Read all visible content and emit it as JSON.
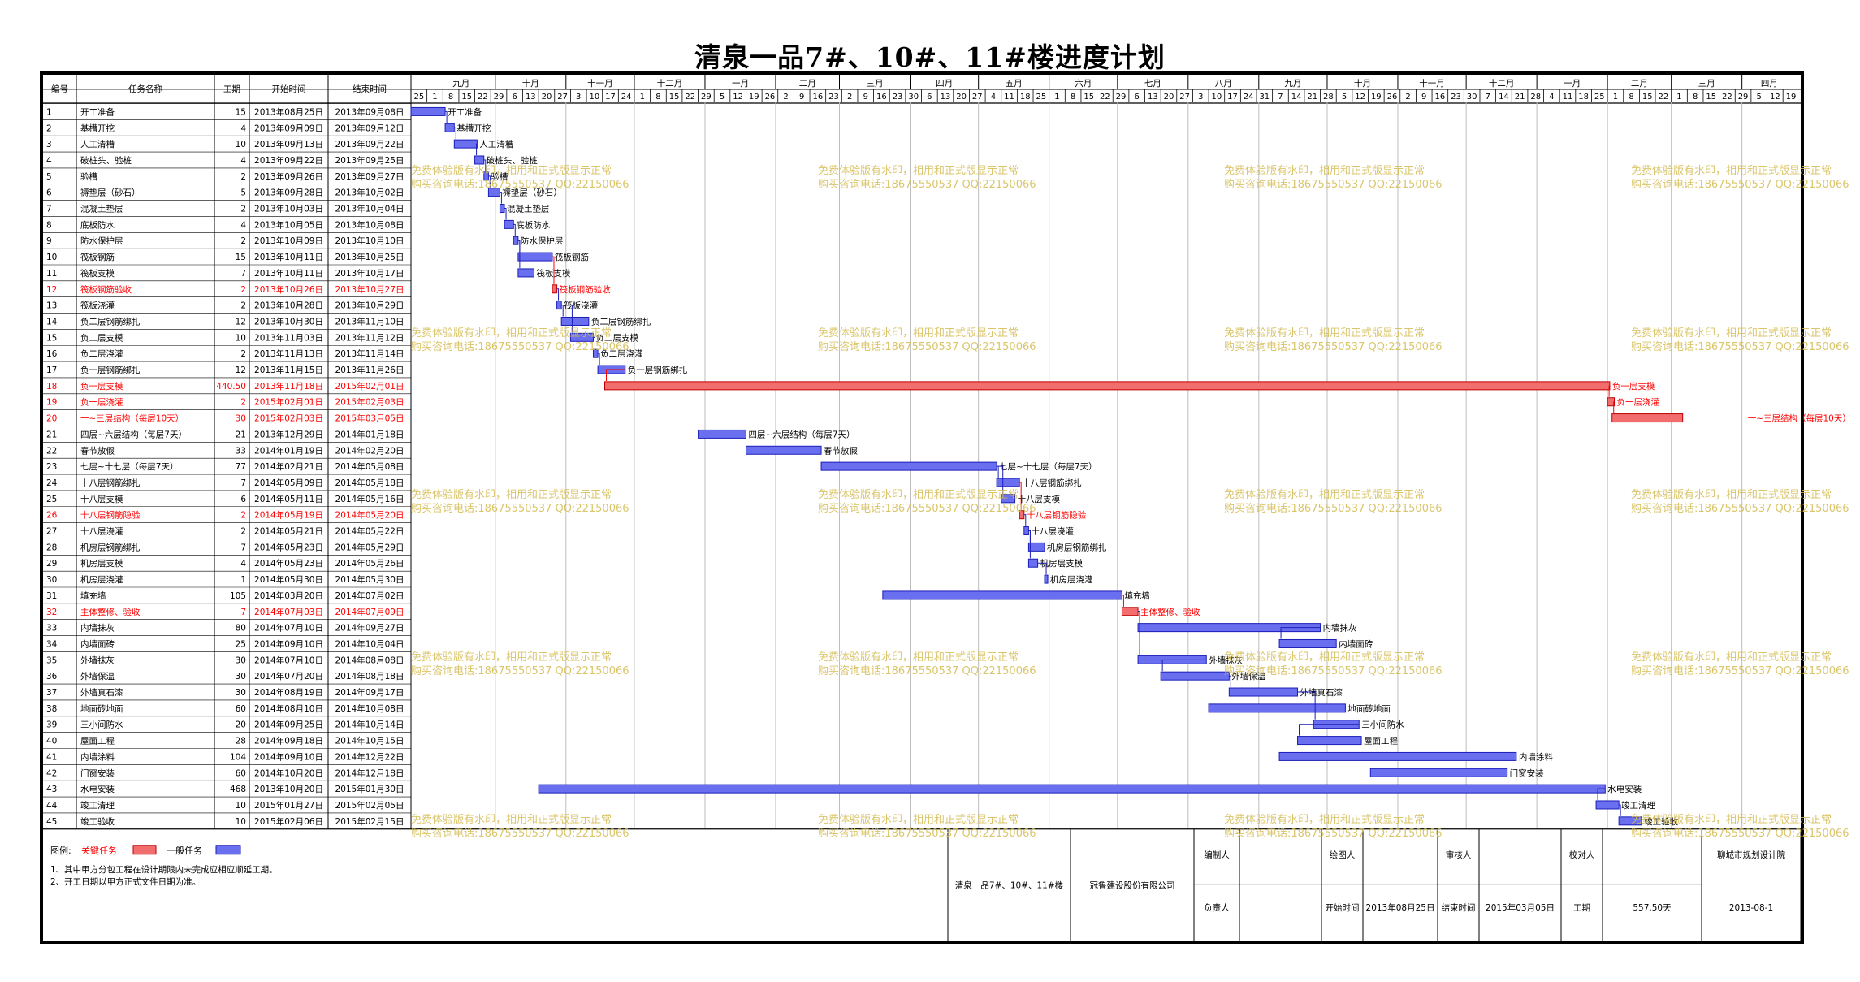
{
  "title": "清泉一品7#、10#、11#楼进度计划",
  "columns": [
    "编号",
    "任务名称",
    "工期",
    "开始时间",
    "结束时间"
  ],
  "timescale": {
    "months": [
      "九月",
      "十月",
      "十一月",
      "十二月",
      "一月",
      "二月",
      "三月",
      "四月",
      "五月",
      "六月",
      "七月",
      "八月",
      "九月",
      "十月",
      "十一月",
      "十二月",
      "一月",
      "二月",
      "三月",
      "四月"
    ],
    "days": [
      "25",
      "1",
      "8",
      "15",
      "22",
      "29",
      "6",
      "13",
      "20",
      "27",
      "3",
      "10",
      "17",
      "24",
      "1",
      "8",
      "15",
      "22",
      "29",
      "5",
      "12",
      "19",
      "26",
      "2",
      "9",
      "16",
      "23",
      "2",
      "9",
      "16",
      "23",
      "30",
      "6",
      "13",
      "20",
      "27",
      "4",
      "11",
      "18",
      "25",
      "1",
      "8",
      "15",
      "22",
      "29",
      "6",
      "13",
      "20",
      "27",
      "3",
      "10",
      "17",
      "24",
      "31",
      "7",
      "14",
      "21",
      "28",
      "5",
      "12",
      "19",
      "26",
      "2",
      "9",
      "16",
      "23",
      "30",
      "7",
      "14",
      "21",
      "28",
      "4",
      "11",
      "18",
      "25",
      "1",
      "8",
      "15",
      "22",
      "1",
      "8",
      "15",
      "22",
      "29",
      "5",
      "12",
      "19"
    ]
  },
  "chart_data": {
    "type": "gantt",
    "x_start": "2013-08-25",
    "x_end": "2015-04-25",
    "critical_color": "#f26d6d",
    "normal_color": "#6a6ff0",
    "tasks": [
      {
        "id": "1",
        "name": "开工准备",
        "duration": "15",
        "start": "2013年08月25日",
        "end": "2013年09月08日",
        "label": "开工准备",
        "critical": false
      },
      {
        "id": "2",
        "name": "基槽开挖",
        "duration": "4",
        "start": "2013年09月09日",
        "end": "2013年09月12日",
        "label": "基槽开挖",
        "critical": false
      },
      {
        "id": "3",
        "name": "人工清槽",
        "duration": "10",
        "start": "2013年09月13日",
        "end": "2013年09月22日",
        "label": "人工清槽",
        "critical": false
      },
      {
        "id": "4",
        "name": "破桩头、验桩",
        "duration": "4",
        "start": "2013年09月22日",
        "end": "2013年09月25日",
        "label": "破桩头、验桩",
        "critical": false
      },
      {
        "id": "5",
        "name": "验槽",
        "duration": "2",
        "start": "2013年09月26日",
        "end": "2013年09月27日",
        "label": "验槽",
        "critical": false
      },
      {
        "id": "6",
        "name": "褥垫层（砂石）",
        "duration": "5",
        "start": "2013年09月28日",
        "end": "2013年10月02日",
        "label": "褥垫层（砂石）",
        "critical": false
      },
      {
        "id": "7",
        "name": "混凝土垫层",
        "duration": "2",
        "start": "2013年10月03日",
        "end": "2013年10月04日",
        "label": "混凝土垫层",
        "critical": false
      },
      {
        "id": "8",
        "name": "底板防水",
        "duration": "4",
        "start": "2013年10月05日",
        "end": "2013年10月08日",
        "label": "底板防水",
        "critical": false
      },
      {
        "id": "9",
        "name": "防水保护层",
        "duration": "2",
        "start": "2013年10月09日",
        "end": "2013年10月10日",
        "label": "防水保护层",
        "critical": false
      },
      {
        "id": "10",
        "name": "筏板钢筋",
        "duration": "15",
        "start": "2013年10月11日",
        "end": "2013年10月25日",
        "label": "筏板钢筋",
        "critical": false
      },
      {
        "id": "11",
        "name": "筏板支模",
        "duration": "7",
        "start": "2013年10月11日",
        "end": "2013年10月17日",
        "label": "筏板支模",
        "critical": false
      },
      {
        "id": "12",
        "name": "筏板钢筋验收",
        "duration": "2",
        "start": "2013年10月26日",
        "end": "2013年10月27日",
        "label": "筏板钢筋验收",
        "critical": true
      },
      {
        "id": "13",
        "name": "筏板浇灌",
        "duration": "2",
        "start": "2013年10月28日",
        "end": "2013年10月29日",
        "label": "筏板浇灌",
        "critical": false
      },
      {
        "id": "14",
        "name": "负二层钢筋绑扎",
        "duration": "12",
        "start": "2013年10月30日",
        "end": "2013年11月10日",
        "label": "负二层钢筋绑扎",
        "critical": false
      },
      {
        "id": "15",
        "name": "负二层支模",
        "duration": "10",
        "start": "2013年11月03日",
        "end": "2013年11月12日",
        "label": "负二层支模",
        "critical": false
      },
      {
        "id": "16",
        "name": "负二层浇灌",
        "duration": "2",
        "start": "2013年11月13日",
        "end": "2013年11月14日",
        "label": "负二层浇灌",
        "critical": false
      },
      {
        "id": "17",
        "name": "负一层钢筋绑扎",
        "duration": "12",
        "start": "2013年11月15日",
        "end": "2013年11月26日",
        "label": "负一层钢筋绑扎",
        "critical": false
      },
      {
        "id": "18",
        "name": "负一层支模",
        "duration": "440.50",
        "start": "2013年11月18日",
        "end": "2015年02月01日",
        "label": "负一层支模",
        "critical": true
      },
      {
        "id": "19",
        "name": "负一层浇灌",
        "duration": "2",
        "start": "2015年02月01日",
        "end": "2015年02月03日",
        "label": "负一层浇灌",
        "critical": true
      },
      {
        "id": "20",
        "name": "一~三层结构（每层10天）",
        "duration": "30",
        "start": "2015年02月03日",
        "end": "2015年03月05日",
        "label": "一~三层结构（每层10天）",
        "critical": true
      },
      {
        "id": "21",
        "name": "四层~六层结构（每层7天）",
        "duration": "21",
        "start": "2013年12月29日",
        "end": "2014年01月18日",
        "label": "四层~六层结构（每层7天）",
        "critical": false
      },
      {
        "id": "22",
        "name": "春节放假",
        "duration": "33",
        "start": "2014年01月19日",
        "end": "2014年02月20日",
        "label": "春节放假",
        "critical": false
      },
      {
        "id": "23",
        "name": "七层~十七层（每层7天）",
        "duration": "77",
        "start": "2014年02月21日",
        "end": "2014年05月08日",
        "label": "七层~十七层（每层7天）",
        "critical": false
      },
      {
        "id": "24",
        "name": "十八层钢筋绑扎",
        "duration": "7",
        "start": "2014年05月09日",
        "end": "2014年05月18日",
        "label": "十八层钢筋绑扎",
        "critical": false
      },
      {
        "id": "25",
        "name": "十八层支模",
        "duration": "6",
        "start": "2014年05月11日",
        "end": "2014年05月16日",
        "label": "十八层支模",
        "critical": false
      },
      {
        "id": "26",
        "name": "十八层钢筋隐验",
        "duration": "2",
        "start": "2014年05月19日",
        "end": "2014年05月20日",
        "label": "十八层钢筋隐验",
        "critical": true
      },
      {
        "id": "27",
        "name": "十八层浇灌",
        "duration": "2",
        "start": "2014年05月21日",
        "end": "2014年05月22日",
        "label": "十八层浇灌",
        "critical": false
      },
      {
        "id": "28",
        "name": "机房层钢筋绑扎",
        "duration": "7",
        "start": "2014年05月23日",
        "end": "2014年05月29日",
        "label": "机房层钢筋绑扎",
        "critical": false
      },
      {
        "id": "29",
        "name": "机房层支模",
        "duration": "4",
        "start": "2014年05月23日",
        "end": "2014年05月26日",
        "label": "机房层支模",
        "critical": false
      },
      {
        "id": "30",
        "name": "机房层浇灌",
        "duration": "1",
        "start": "2014年05月30日",
        "end": "2014年05月30日",
        "label": "机房层浇灌",
        "critical": false
      },
      {
        "id": "31",
        "name": "填充墙",
        "duration": "105",
        "start": "2014年03月20日",
        "end": "2014年07月02日",
        "label": "填充墙",
        "critical": false
      },
      {
        "id": "32",
        "name": "主体整修、验收",
        "duration": "7",
        "start": "2014年07月03日",
        "end": "2014年07月09日",
        "label": "主体整修、验收",
        "critical": true
      },
      {
        "id": "33",
        "name": "内墙抹灰",
        "duration": "80",
        "start": "2014年07月10日",
        "end": "2014年09月27日",
        "label": "内墙抹灰",
        "critical": false
      },
      {
        "id": "34",
        "name": "内墙面砖",
        "duration": "25",
        "start": "2014年09月10日",
        "end": "2014年10月04日",
        "label": "内墙面砖",
        "critical": false
      },
      {
        "id": "35",
        "name": "外墙抹灰",
        "duration": "30",
        "start": "2014年07月10日",
        "end": "2014年08月08日",
        "label": "外墙抹灰",
        "critical": false
      },
      {
        "id": "36",
        "name": "外墙保温",
        "duration": "30",
        "start": "2014年07月20日",
        "end": "2014年08月18日",
        "label": "外墙保温",
        "critical": false
      },
      {
        "id": "37",
        "name": "外墙真石漆",
        "duration": "30",
        "start": "2014年08月19日",
        "end": "2014年09月17日",
        "label": "外墙真石漆",
        "critical": false
      },
      {
        "id": "38",
        "name": "地面砖地面",
        "duration": "60",
        "start": "2014年08月10日",
        "end": "2014年10月08日",
        "label": "地面砖地面",
        "critical": false
      },
      {
        "id": "39",
        "name": "三小间防水",
        "duration": "20",
        "start": "2014年09月25日",
        "end": "2014年10月14日",
        "label": "三小间防水",
        "critical": false
      },
      {
        "id": "40",
        "name": "屋面工程",
        "duration": "28",
        "start": "2014年09月18日",
        "end": "2014年10月15日",
        "label": "屋面工程",
        "critical": false
      },
      {
        "id": "41",
        "name": "内墙涂料",
        "duration": "104",
        "start": "2014年09月10日",
        "end": "2014年12月22日",
        "label": "内墙涂料",
        "critical": false
      },
      {
        "id": "42",
        "name": "门窗安装",
        "duration": "60",
        "start": "2014年10月20日",
        "end": "2014年12月18日",
        "label": "门窗安装",
        "critical": false
      },
      {
        "id": "43",
        "name": "水电安装",
        "duration": "468",
        "start": "2013年10月20日",
        "end": "2015年01月30日",
        "label": "水电安装",
        "critical": false
      },
      {
        "id": "44",
        "name": "竣工清理",
        "duration": "10",
        "start": "2015年01月27日",
        "end": "2015年02月05日",
        "label": "竣工清理",
        "critical": false
      },
      {
        "id": "45",
        "name": "竣工验收",
        "duration": "10",
        "start": "2015年02月06日",
        "end": "2015年02月15日",
        "label": "竣工验收",
        "critical": false
      }
    ]
  },
  "legend": {
    "label": "图例:",
    "critical": "关键任务",
    "normal": "一般任务",
    "notes": [
      "1、其中甲方分包工程在设计期限内未完成应相应顺延工期。",
      "2、开工日期以甲方正式文件日期为准。"
    ]
  },
  "info": {
    "project": "清泉一品7#、10#、11#楼",
    "company": "冠鲁建设股份有限公司",
    "compiler": "编制人",
    "drawer": "绘图人",
    "reviewer": "审核人",
    "checker": "校对人",
    "institute": "聊城市规划设计院",
    "owner": "负责人",
    "start_label": "开始时间",
    "start_value": "2013年08月25日",
    "end_label": "结束时间",
    "end_value": "2015年03月05日",
    "duration_label": "工期",
    "duration_value": "557.50天",
    "date": "2013-08-1"
  },
  "watermark": {
    "line1": "免费体验版有水印，相用和正式版显示正常",
    "line2": "购买咨询电话:18675550537 QQ:22150066"
  }
}
